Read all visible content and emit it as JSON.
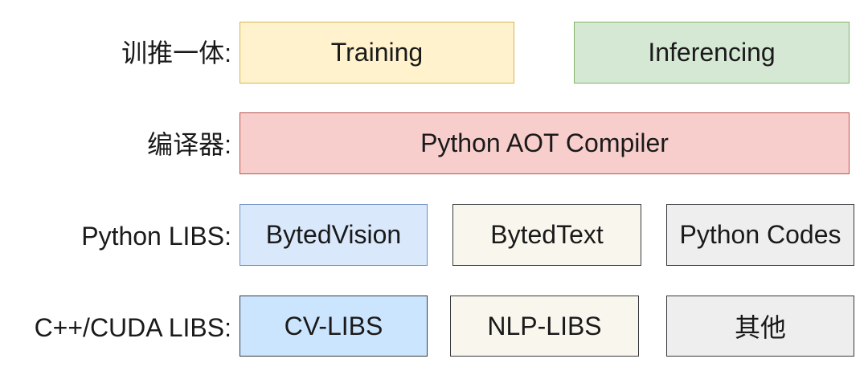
{
  "rows": [
    {
      "label": "训推一体:",
      "boxes": [
        {
          "text": "Training",
          "color": "#fff2cc",
          "border": "#d6b656"
        },
        {
          "text": "Inferencing",
          "color": "#d5e8d4",
          "border": "#82b366"
        }
      ]
    },
    {
      "label": "编译器:",
      "boxes": [
        {
          "text": "Python AOT Compiler",
          "color": "#f8cecc",
          "border": "#b85450"
        }
      ]
    },
    {
      "label": "Python LIBS:",
      "boxes": [
        {
          "text": "BytedVision",
          "color": "#dae8fc",
          "border": "#6c8ebf"
        },
        {
          "text": "BytedText",
          "color": "#f9f7ed",
          "border": "#36393d"
        },
        {
          "text": "Python Codes",
          "color": "#eeeeee",
          "border": "#36393d"
        }
      ]
    },
    {
      "label": "C++/CUDA LIBS:",
      "boxes": [
        {
          "text": "CV-LIBS",
          "color": "#cce5ff",
          "border": "#36393d"
        },
        {
          "text": "NLP-LIBS",
          "color": "#f9f7ed",
          "border": "#36393d"
        },
        {
          "text": "其他",
          "color": "#eeeeee",
          "border": "#36393d"
        }
      ]
    }
  ]
}
